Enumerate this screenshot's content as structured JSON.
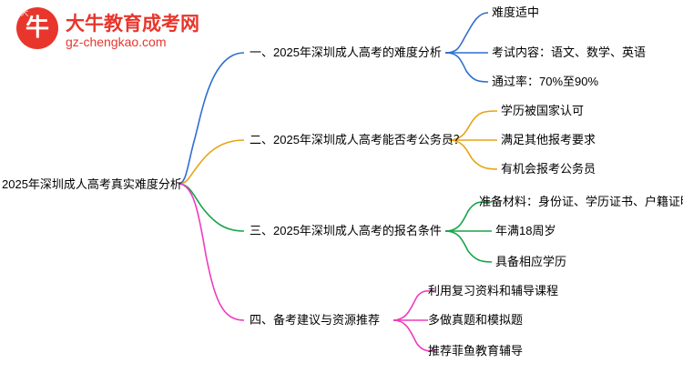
{
  "logo": {
    "badge_glyph": "牛",
    "badge_side_text": "大",
    "title": "大牛教育成考网",
    "subtitle": "gz-chengkao.com"
  },
  "mindmap": {
    "root": "2025年深圳成人高考真实难度分析",
    "branches": [
      {
        "label": "一、2025年深圳成人高考的难度分析",
        "color": "#2f6fd0",
        "children": [
          "难度适中",
          "考试内容：语文、数学、英语",
          "通过率：70%至90%"
        ]
      },
      {
        "label": "二、2025年深圳成人高考能否考公务员？",
        "color": "#e8a317",
        "children": [
          "学历被国家认可",
          "满足其他报考要求",
          "有机会报考公务员"
        ]
      },
      {
        "label": "三、2025年深圳成人高考的报名条件",
        "color": "#17a54a",
        "children": [
          "准备材料：身份证、学历证书、户籍证明",
          "年满18周岁",
          "具备相应学历"
        ]
      },
      {
        "label": "四、备考建议与资源推荐",
        "color": "#ef3bbf",
        "children": [
          "利用复习资料和辅导课程",
          "多做真题和模拟题",
          "推荐菲鱼教育辅导"
        ]
      }
    ]
  }
}
